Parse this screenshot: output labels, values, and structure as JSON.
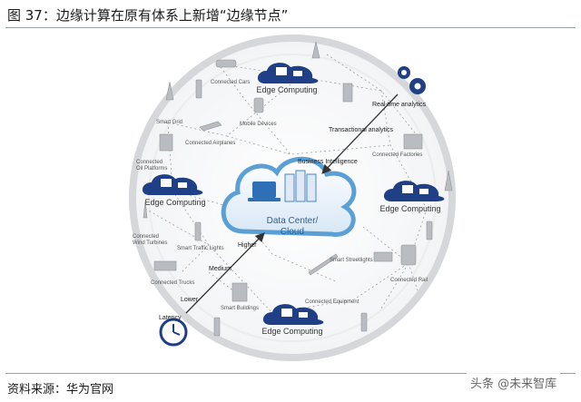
{
  "title": "图 37：边缘计算在原有体系上新增“边缘节点”",
  "source": "资料来源：华为官网",
  "watermark": "头条 @未来智库",
  "center": {
    "line1": "Data Center/",
    "line2": "Cloud"
  },
  "edge_nodes": [
    "Edge Computing",
    "Edge Computing",
    "Edge Computing",
    "Edge Computing"
  ],
  "devices": {
    "connected_cars": "Connected Cars",
    "smart_grid": "Smart Grid",
    "mobile_devices": "Mobile Devices",
    "connected_airplanes": "Connected Airplanes",
    "connected_oil_platforms_1": "Connected",
    "connected_oil_platforms_2": "Oil Platforms",
    "connected_wind_turbines_1": "Connected",
    "connected_wind_turbines_2": "Wind Turbines",
    "smart_traffic_lights": "Smart Traffic Lights",
    "connected_trucks": "Connected Trucks",
    "smart_buildings": "Smart Buildings",
    "connected_equipment": "Connected Equipment",
    "smart_streetlights": "Smart Streetlights",
    "connected_rail": "Connected Rail",
    "connected_factories": "Connected Factories"
  },
  "axis": {
    "realtime": "Real-time analytics",
    "transactional": "Transactional analytics",
    "business": "Business Intelligence",
    "latency": "Latency",
    "lower": "Lower",
    "medium": "Medium",
    "higher": "Higher"
  }
}
